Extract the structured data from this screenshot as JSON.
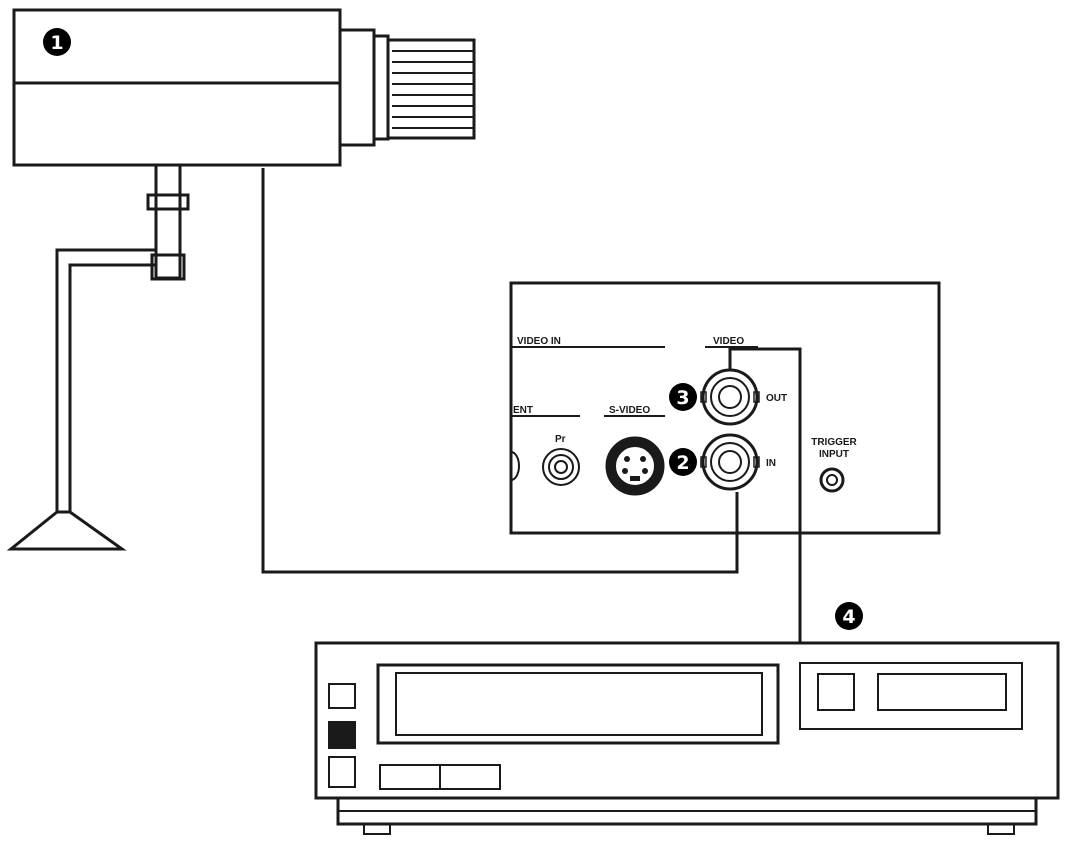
{
  "callouts": {
    "one": "1",
    "two": "2",
    "three": "3",
    "four": "4"
  },
  "panel": {
    "video_in": "VIDEO IN",
    "component_partial": "ENT",
    "pr": "Pr",
    "s_video": "S-VIDEO",
    "video": "VIDEO",
    "out": "OUT",
    "in": "IN",
    "trigger_line1": "TRIGGER",
    "trigger_line2": "INPUT"
  },
  "colors": {
    "line": "#1a1a1a",
    "background": "#ffffff",
    "callout_fill": "#000000"
  }
}
